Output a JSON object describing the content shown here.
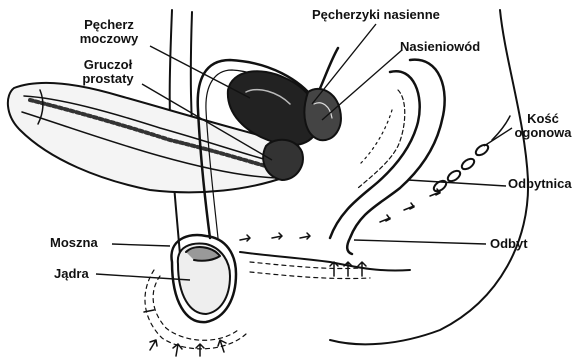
{
  "labels": {
    "pecherz_moczowy": "Pęcherz\nmoczowy",
    "pecherzyki_nasienne": "Pęcherzyki nasienne",
    "nasieniowod": "Nasieniowód",
    "gruczol_prostaty": "Gruczoł\nprostaty",
    "kosc_ogonowa": "Kość\nogonowa",
    "odbytnica": "Odbytnica",
    "odbyt": "Odbyt",
    "moszna": "Moszna",
    "jadra": "Jądra"
  },
  "colors": {
    "ink": "#111111",
    "paper": "#ffffff",
    "shade": "#555555"
  }
}
